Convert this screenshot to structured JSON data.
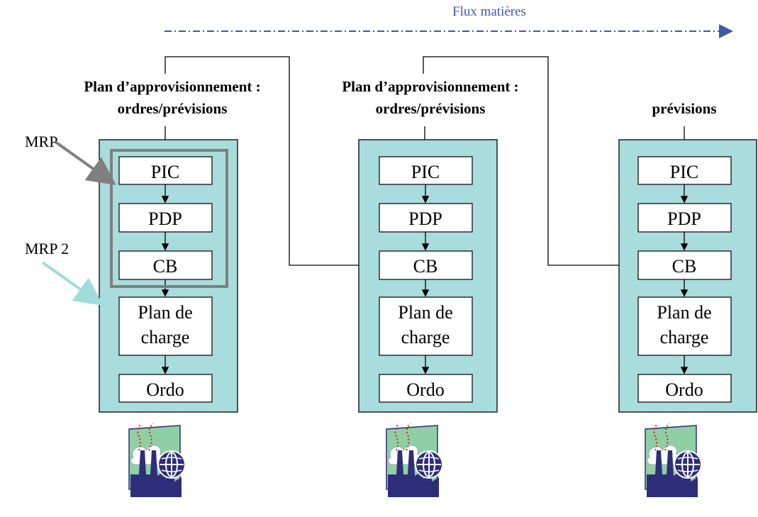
{
  "flow_label": "Flux matières",
  "side_labels": {
    "mrp": "MRP",
    "mrp2": "MRP 2"
  },
  "columns": [
    {
      "heading_line1": "Plan d’approvisionnement :",
      "heading_line2": "ordres/prévisions",
      "boxes": [
        "PIC",
        "PDP",
        "CB",
        "Plan de",
        "charge",
        "Ordo"
      ]
    },
    {
      "heading_line1": "Plan d’approvisionnement :",
      "heading_line2": "ordres/prévisions",
      "boxes": [
        "PIC",
        "PDP",
        "CB",
        "Plan de",
        "charge",
        "Ordo"
      ]
    },
    {
      "heading_line1": "",
      "heading_line2": "prévisions",
      "boxes": [
        "PIC",
        "PDP",
        "CB",
        "Plan de",
        "charge",
        "Ordo"
      ]
    }
  ],
  "colors": {
    "panel": "#a9dcdc",
    "mrp_frame": "#7f7f7f",
    "mrp2_arrow": "#9fdcdc",
    "flow_arrow": "#3a5ba8",
    "factory": "#2e2d7a",
    "factory_bg": "#8fcfa4"
  }
}
